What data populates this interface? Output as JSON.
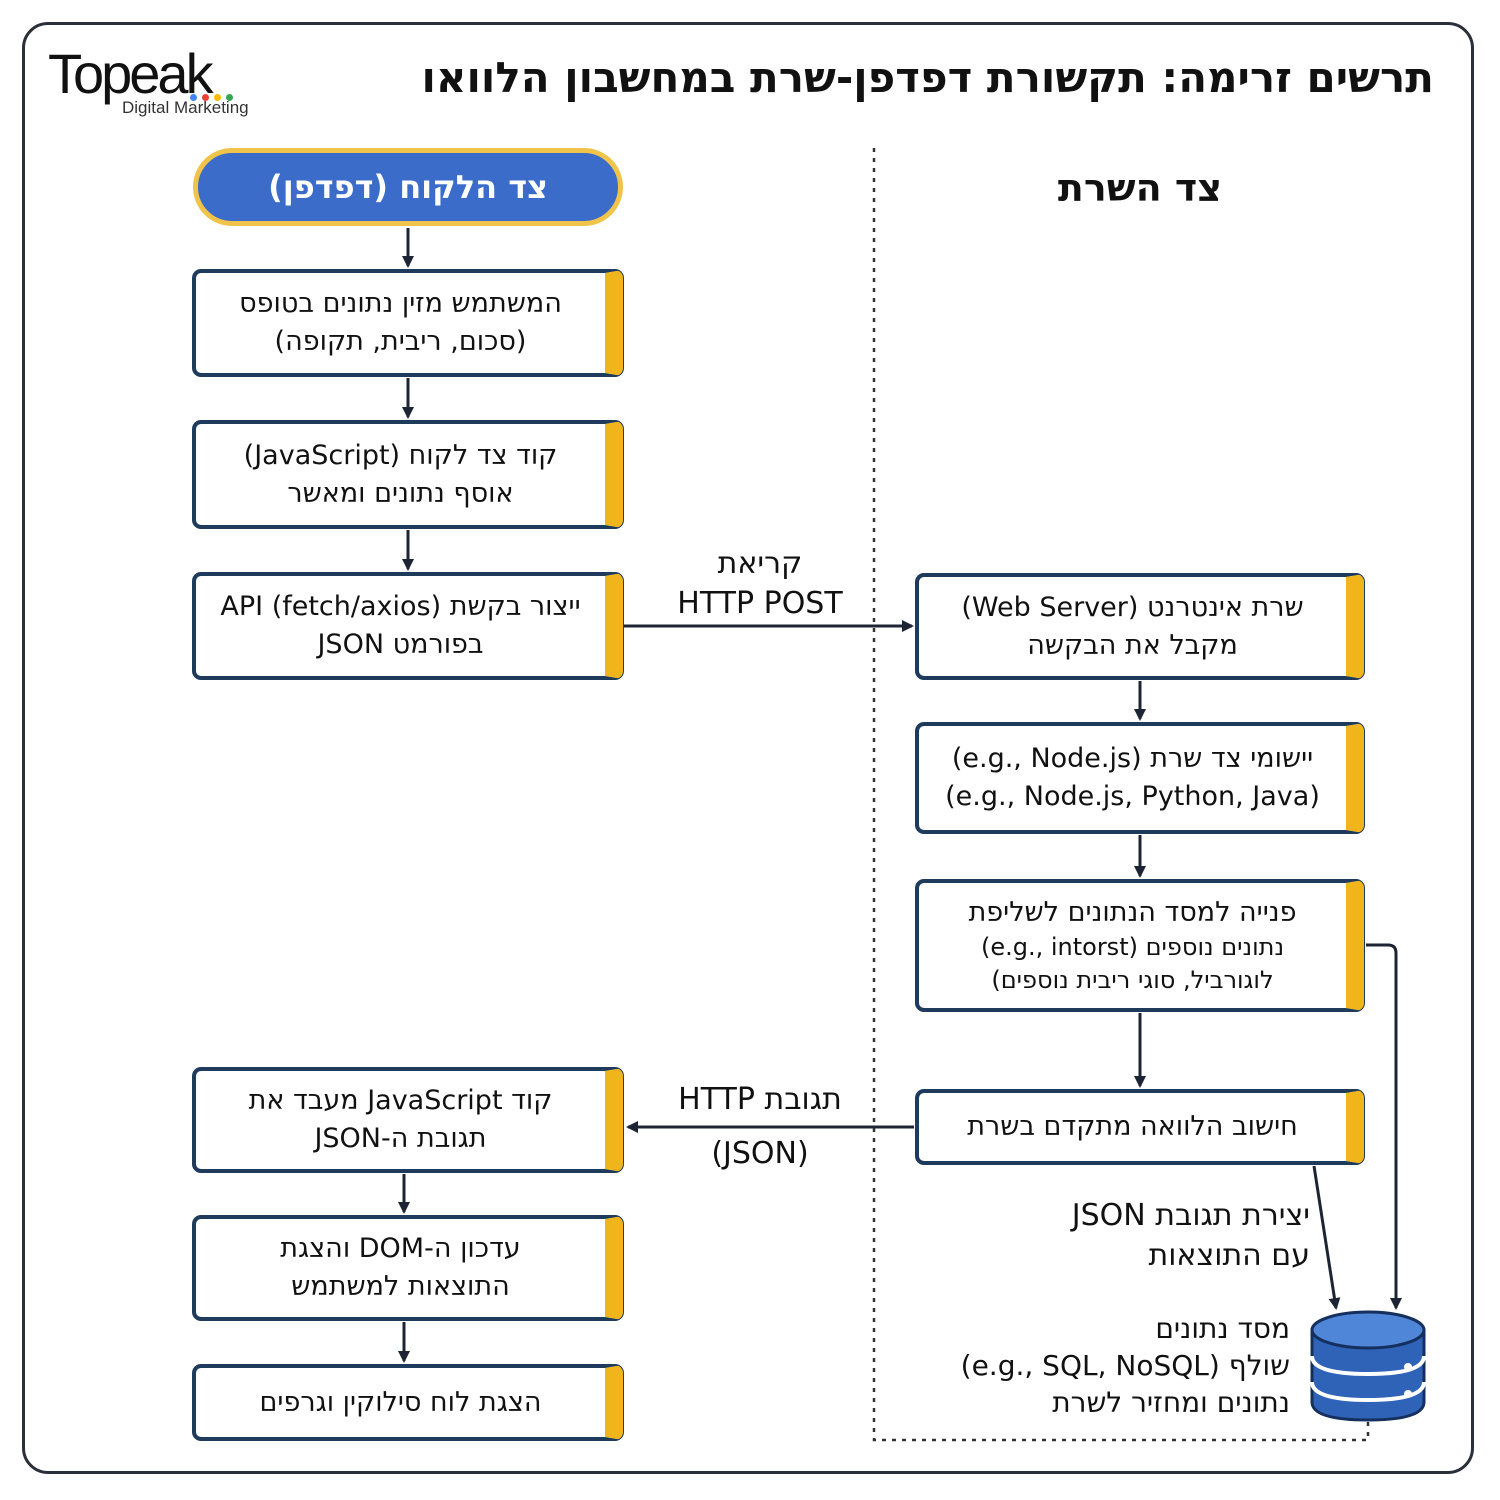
{
  "header": {
    "logo_text": "Topeak",
    "logo_sub": "Digital Marketing",
    "logo_dot_colors": [
      "#4285f4",
      "#ea4335",
      "#fbbc05",
      "#34a853"
    ],
    "title": "תרשים זרימה: תקשורת דפדפן-שרת במחשבון הלוואו"
  },
  "client": {
    "heading": "צד הלקוח (דפדפן)",
    "steps": [
      {
        "lines": [
          "המשתמש מזין נתונים בטופס",
          "(סכום, ריבית, תקופה)"
        ]
      },
      {
        "lines": [
          "קוד צד לקוח (JavaScript)",
          "אוסף נתונים ומאשר"
        ]
      },
      {
        "lines": [
          "ייצור בקשת API (fetch/axios)",
          "בפורמט JSON"
        ]
      },
      {
        "lines": [
          "קוד JavaScript מעבד את",
          "תגובת ה-JSON"
        ]
      },
      {
        "lines": [
          "עדכון ה-DOM והצגת",
          "התוצאות למשתמש"
        ]
      },
      {
        "lines": [
          "הצגת לוח סילוקין וגרפים"
        ]
      }
    ]
  },
  "server": {
    "heading": "צד השרת",
    "steps": [
      {
        "lines": [
          "שרת אינטרנט (Web Server)",
          "מקבל את הבקשה"
        ]
      },
      {
        "lines": [
          "יישומי צד שרת (e.g., Node.js)",
          "(e.g., Node.js, Python, Java)"
        ]
      },
      {
        "lines": [
          "פנייה למסד הנתונים לשליפת",
          "נתונים נוספים (e.g., intorst)",
          "לוגורביל, סוגי ריבית נוספים)"
        ]
      },
      {
        "lines": [
          "חישוב הלוואה מתקדם בשרת"
        ]
      }
    ]
  },
  "connectors": {
    "request": [
      "קריאת",
      "HTTP POST"
    ],
    "response": [
      "תגובת HTTP",
      "(JSON)"
    ],
    "json_create": [
      "יצירת תגובת JSON",
      "עם התוצאות"
    ]
  },
  "database": {
    "lines": [
      "מסד נתונים",
      "(e.g., SQL, NoSQL) שולף",
      "נתונים ומחזיר לשרת"
    ],
    "icon": "database-icon",
    "color": "#2f63b8"
  },
  "colors": {
    "box_border": "#1f3b5c",
    "accent_bar": "#f1b51c",
    "pill_fill": "#3b6cc9",
    "pill_border": "#f0c34a"
  }
}
